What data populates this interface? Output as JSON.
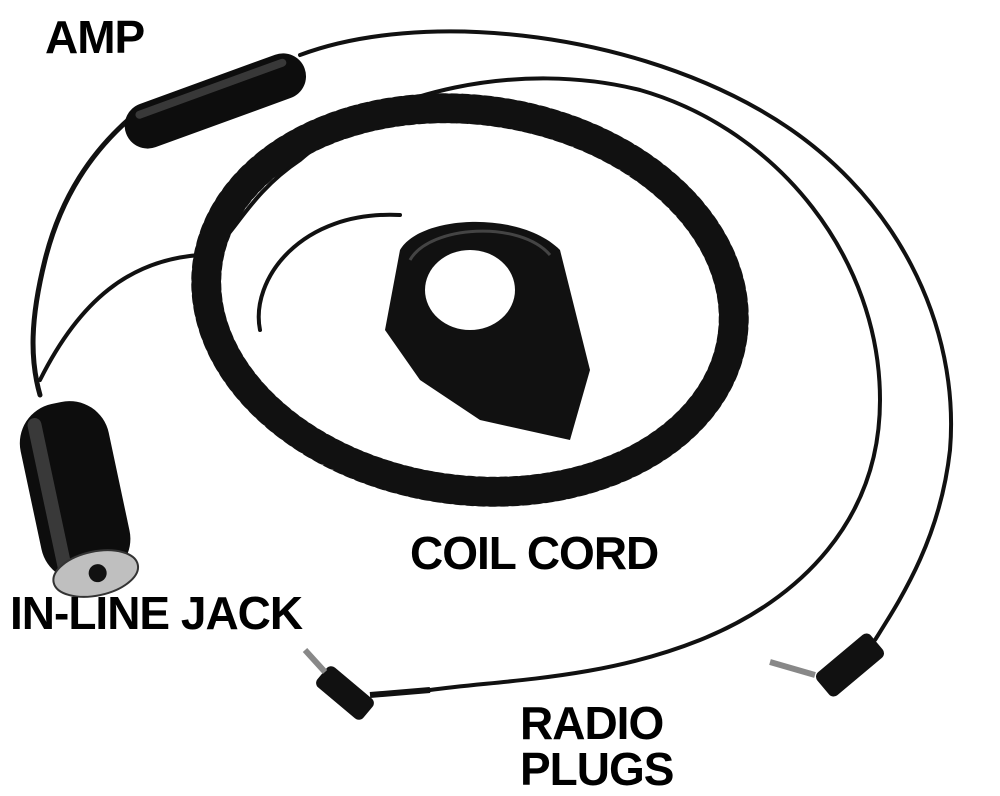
{
  "labels": {
    "amp": "AMP",
    "coil_cord": "COIL CORD",
    "inline_jack": "IN-LINE JACK",
    "radio_plugs_line1": "RADIO",
    "radio_plugs_line2": "PLUGS"
  },
  "colors": {
    "cable": "#111111",
    "background": "#ffffff",
    "jack_ring": "#bfbfbf"
  }
}
